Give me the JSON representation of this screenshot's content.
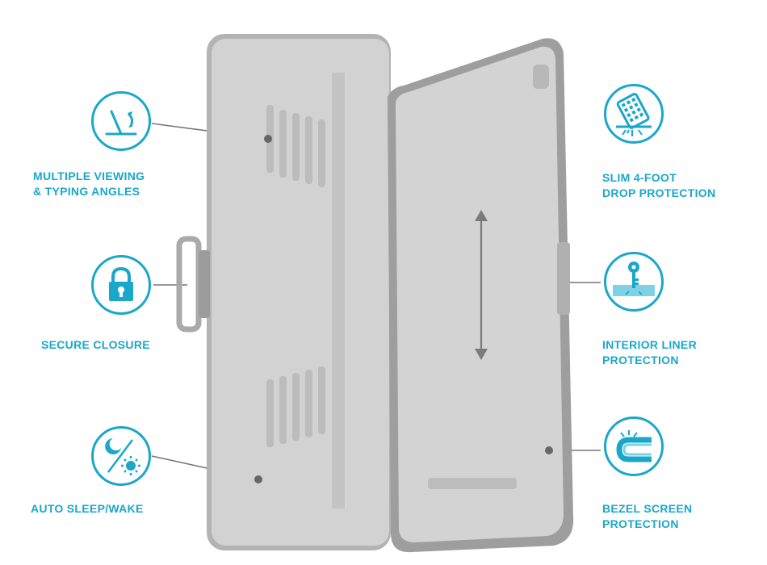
{
  "accent_color": "#1aa7c9",
  "features": [
    {
      "id": "viewing-angles",
      "icon": "stand-angle-icon",
      "lines": [
        "MULTIPLE VIEWING",
        "& TYPING ANGLES"
      ]
    },
    {
      "id": "secure-closure",
      "icon": "padlock-icon",
      "lines": [
        "SECURE CLOSURE"
      ]
    },
    {
      "id": "auto-sleep",
      "icon": "moon-sun-icon",
      "lines": [
        "AUTO SLEEP/WAKE"
      ]
    },
    {
      "id": "drop-protection",
      "icon": "drop-impact-icon",
      "lines": [
        "SLIM 4-FOOT",
        "DROP PROTECTION"
      ]
    },
    {
      "id": "interior-liner",
      "icon": "key-scratch-icon",
      "lines": [
        "INTERIOR LINER",
        "PROTECTION"
      ]
    },
    {
      "id": "bezel-protection",
      "icon": "bezel-edge-icon",
      "lines": [
        "BEZEL SCREEN",
        "PROTECTION"
      ]
    }
  ]
}
